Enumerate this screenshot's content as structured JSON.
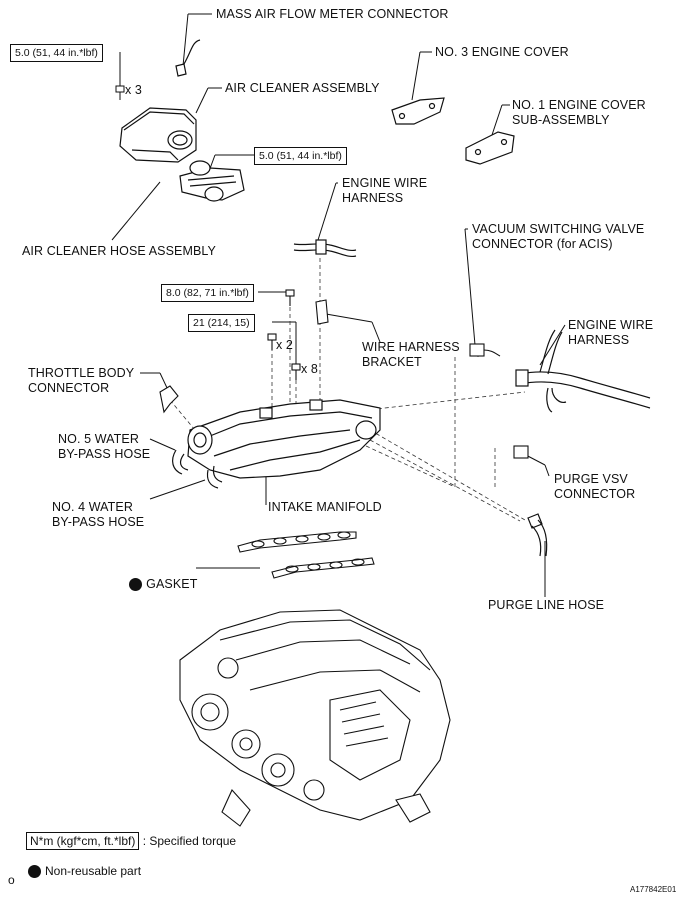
{
  "labels": {
    "mass_air_flow": "MASS AIR FLOW METER CONNECTOR",
    "air_cleaner_assembly": "AIR CLEANER ASSEMBLY",
    "air_cleaner_hose": "AIR CLEANER HOSE ASSEMBLY",
    "no3_engine_cover": "NO. 3 ENGINE COVER",
    "no1_engine_cover": "NO. 1 ENGINE COVER\nSUB-ASSEMBLY",
    "engine_wire_harness_top": "ENGINE WIRE\nHARNESS",
    "vacuum_switching_valve": "VACUUM SWITCHING VALVE\nCONNECTOR (for ACIS)",
    "engine_wire_harness_right": "ENGINE WIRE\nHARNESS",
    "wire_harness_bracket": "WIRE HARNESS\nBRACKET",
    "throttle_body_connector": "THROTTLE BODY\nCONNECTOR",
    "no5_water_bypass": "NO. 5 WATER\nBY-PASS HOSE",
    "no4_water_bypass": "NO. 4 WATER\nBY-PASS HOSE",
    "intake_manifold": "INTAKE MANIFOLD",
    "purge_vsv": "PURGE VSV\nCONNECTOR",
    "gasket": "GASKET",
    "purge_line_hose": "PURGE LINE HOSE"
  },
  "torques": {
    "t1": "5.0 (51, 44 in.*lbf)",
    "t2": "5.0 (51, 44 in.*lbf)",
    "t3": "8.0 (82, 71 in.*lbf)",
    "t4": "21 (214, 15)"
  },
  "counts": {
    "x3": "x 3",
    "x2": "x 2",
    "x8": "x 8"
  },
  "legend": {
    "torque_box": "N*m (kgf*cm, ft.*lbf)",
    "torque_text": ": Specified torque",
    "nonreusable_text": "Non-reusable part"
  },
  "footer": {
    "figure_id": "A177842E01",
    "corner_mark": "o"
  }
}
